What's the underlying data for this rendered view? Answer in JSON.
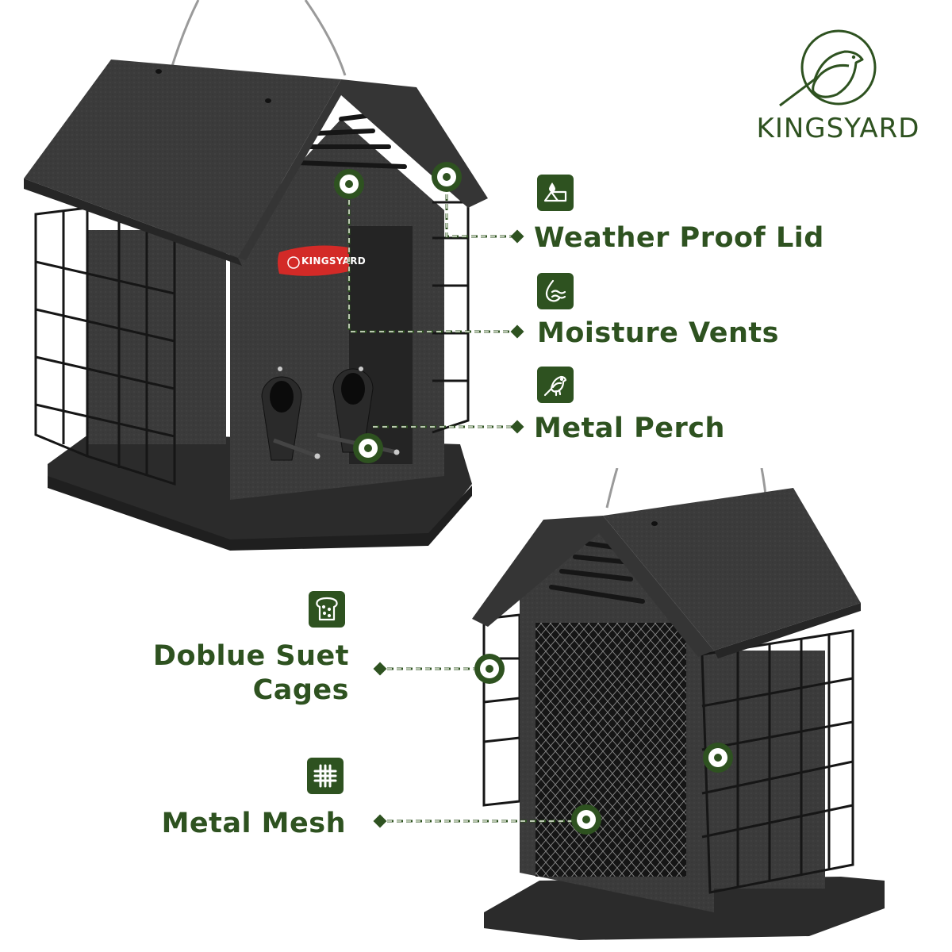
{
  "brand": {
    "name": "KINGSYARD",
    "badge_text": "KINGSYARD",
    "color": "#2e5220",
    "badge_color": "#d32a27"
  },
  "colors": {
    "accent_green": "#2e5220",
    "feeder_body": "#3a3a3a",
    "feeder_dark": "#222222",
    "background": "#ffffff"
  },
  "features": [
    {
      "id": "weather-proof-lid",
      "label": "Weather Proof Lid",
      "icon": "roof-rain-icon"
    },
    {
      "id": "moisture-vents",
      "label": "Moisture Vents",
      "icon": "water-drop-waves-icon"
    },
    {
      "id": "metal-perch",
      "label": "Metal Perch",
      "icon": "bird-icon"
    },
    {
      "id": "double-suet-cages",
      "label_line1": "Doblue Suet",
      "label_line2": "Cages",
      "icon": "bread-icon"
    },
    {
      "id": "metal-mesh",
      "label": "Metal Mesh",
      "icon": "grid-mesh-icon"
    }
  ],
  "images": [
    {
      "id": "feeder-front-view",
      "description": "bird feeder front view with perches"
    },
    {
      "id": "feeder-back-view",
      "description": "bird feeder back view with metal mesh"
    }
  ]
}
